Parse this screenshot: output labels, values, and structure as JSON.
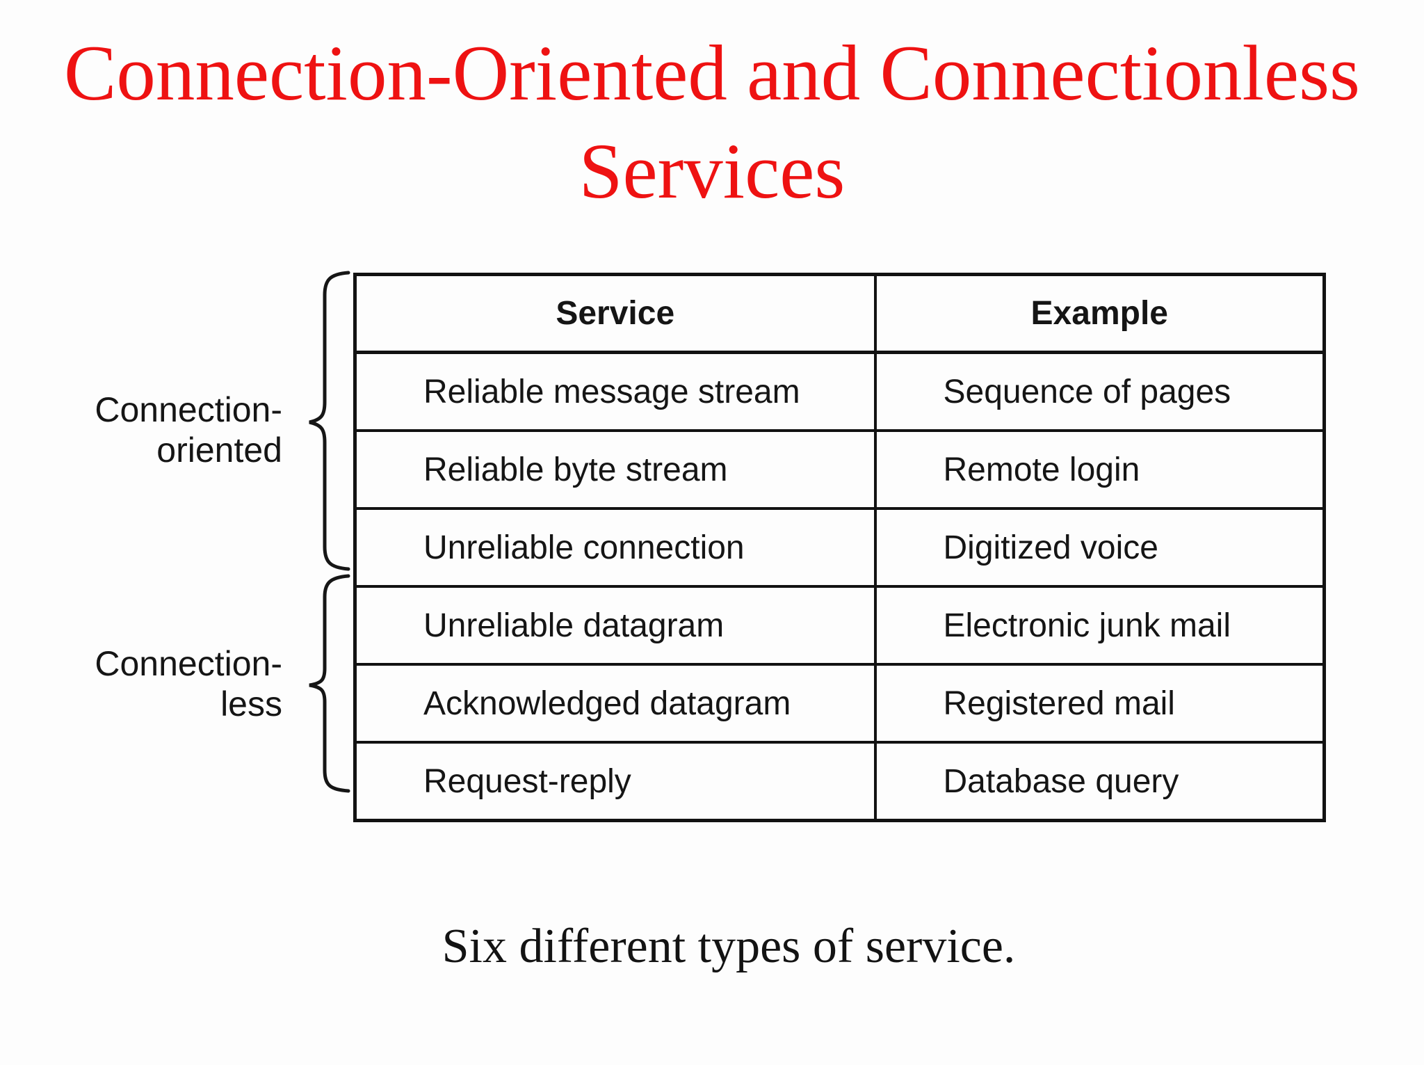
{
  "slide": {
    "title_lines": [
      "Connection-Oriented and Connectionless",
      "Services"
    ],
    "title_color": "#ee1212",
    "caption": "Six different types of service."
  },
  "groups": {
    "connection_oriented": {
      "line1": "Connection-",
      "line2": "oriented"
    },
    "connectionless": {
      "line1": "Connection-",
      "line2": "less"
    }
  },
  "table": {
    "headers": {
      "service": "Service",
      "example": "Example"
    },
    "rows": [
      {
        "service": "Reliable message stream",
        "example": "Sequence of pages"
      },
      {
        "service": "Reliable byte stream",
        "example": "Remote login"
      },
      {
        "service": "Unreliable connection",
        "example": "Digitized voice"
      },
      {
        "service": "Unreliable datagram",
        "example": "Electronic junk mail"
      },
      {
        "service": "Acknowledged datagram",
        "example": "Registered mail"
      },
      {
        "service": "Request-reply",
        "example": "Database query"
      }
    ]
  }
}
